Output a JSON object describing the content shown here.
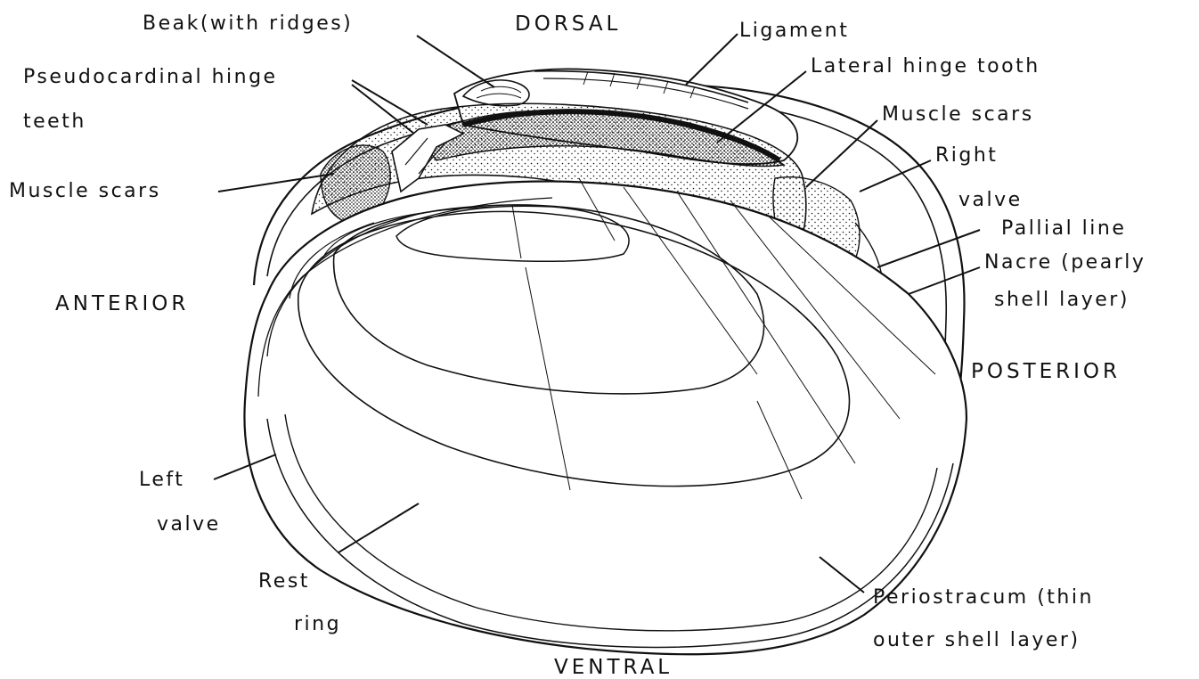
{
  "colors": {
    "ink": "#111111",
    "paper": "#ffffff"
  },
  "orientation": {
    "dorsal": "DORSAL",
    "ventral": "VENTRAL",
    "anterior": "ANTERIOR",
    "posterior": "POSTERIOR"
  },
  "labels": {
    "beak": "Beak(with ridges)",
    "ligament": "Ligament",
    "pseudocardinal_1": "Pseudocardinal hinge",
    "pseudocardinal_2": "teeth",
    "lateral_tooth": "Lateral hinge tooth",
    "muscle_scars_right": "Muscle scars",
    "muscle_scars_left": "Muscle scars",
    "right_valve_1": "Right",
    "right_valve_2": "valve",
    "pallial_line": "Pallial line",
    "nacre_1": "Nacre (pearly",
    "nacre_2": "shell layer)",
    "left_valve_1": "Left",
    "left_valve_2": "valve",
    "rest_ring_1": "Rest",
    "rest_ring_2": "ring",
    "periostracum_1": "Periostracum (thin",
    "periostracum_2": "outer shell layer)"
  }
}
